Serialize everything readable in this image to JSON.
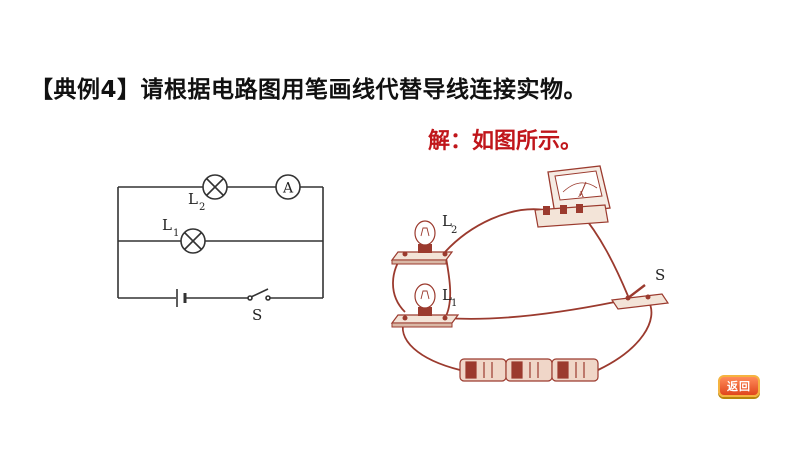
{
  "question": {
    "text": "【典例4】请根据电路图用笔画线代替导线连接实物。"
  },
  "answer": {
    "text": "解：如图所示。"
  },
  "schematic": {
    "lamp2_label": "L",
    "lamp2_sub": "2",
    "lamp1_label": "L",
    "lamp1_sub": "1",
    "ammeter_label": "A",
    "switch_label": "S"
  },
  "physical": {
    "lamp2_label": "L",
    "lamp2_sub": "2",
    "lamp1_label": "L",
    "lamp1_sub": "1",
    "switch_label": "S",
    "ammeter_scale_label": "A"
  },
  "nav": {
    "back_label": "返回"
  },
  "colors": {
    "answer": "#c0161b",
    "wire": "#9b3a2e",
    "schematic_line": "#333333"
  }
}
